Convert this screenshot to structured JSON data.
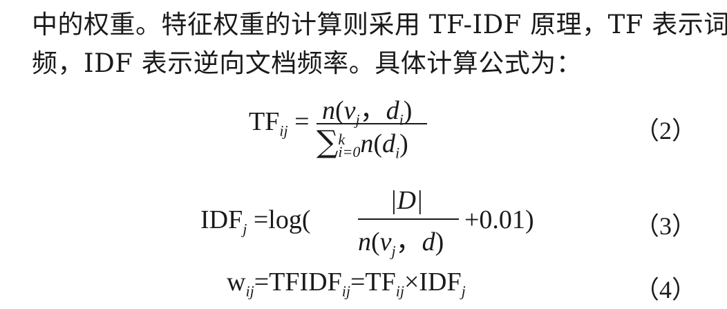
{
  "text": {
    "line1": "中的权重。特征权重的计算则采用 TF-IDF 原理，TF 表示词",
    "line2": "频，IDF 表示逆向文档频率。具体计算公式为："
  },
  "eq2": {
    "lhs_base": "TF",
    "lhs_sub": "ij",
    "eq": "=",
    "num_n": "n",
    "num_open": "(",
    "num_v": "v",
    "num_vsub": "j",
    "num_comma": "，",
    "num_d": "d",
    "num_dsub": "i",
    "num_close": ")",
    "den_sigma": "∑",
    "den_sup": "k",
    "den_sub": "i=0",
    "den_n": "n",
    "den_open": "(",
    "den_d": "d",
    "den_dsub": "i",
    "den_close": ")",
    "number": "（2）"
  },
  "eq3": {
    "lhs_base": "IDF",
    "lhs_sub": "j",
    "eq": "=",
    "log": "log",
    "open": "(",
    "numer": "|D|",
    "den_n": "n",
    "den_open": "(",
    "den_v": "v",
    "den_vsub": "j",
    "den_comma": "，",
    "den_d": "d",
    "den_close": ")",
    "plus": "+0.01",
    "close": ")",
    "number": "（3）"
  },
  "eq4": {
    "w": "w",
    "w_sub": "ij",
    "eq1": "=",
    "tfidf": "TFIDF",
    "tfidf_sub": "ij",
    "eq2": "=",
    "tf": "TF",
    "tf_sub": "ij",
    "times": "×",
    "idf": "IDF",
    "idf_sub": "j",
    "number": "（4）"
  }
}
